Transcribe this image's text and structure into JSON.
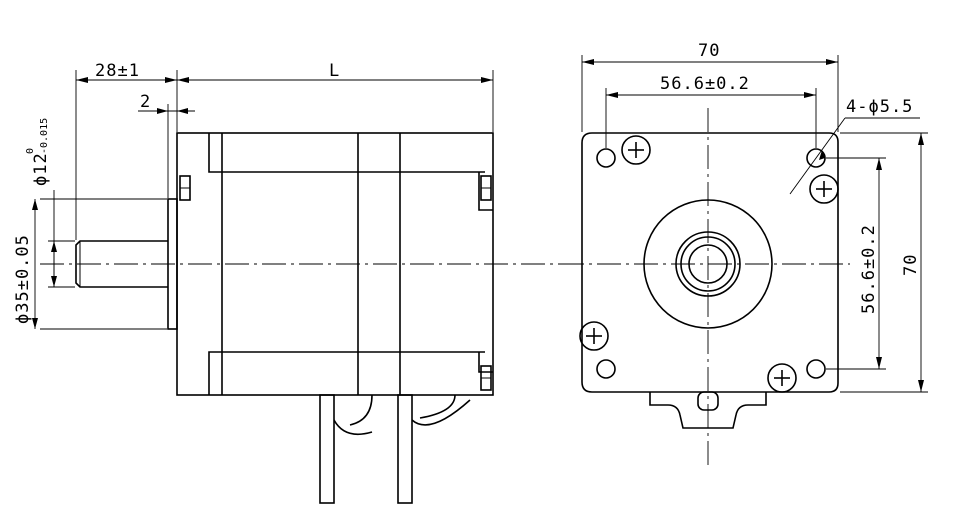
{
  "side_view": {
    "dim_shaft_length": "28±1",
    "dim_flange": "2",
    "dim_body_length": "L",
    "dim_shaft_dia_prefix": "ϕ12",
    "dim_shaft_dia_upper": "0",
    "dim_shaft_dia_lower": "-0.015",
    "dim_pilot_dia": "ϕ35±0.05"
  },
  "front_view": {
    "dim_width": "70",
    "dim_hole_spacing_h": "56.6±0.2",
    "dim_holes": "4-ϕ5.5",
    "dim_hole_spacing_v": "56.6±0.2",
    "dim_height": "70"
  }
}
